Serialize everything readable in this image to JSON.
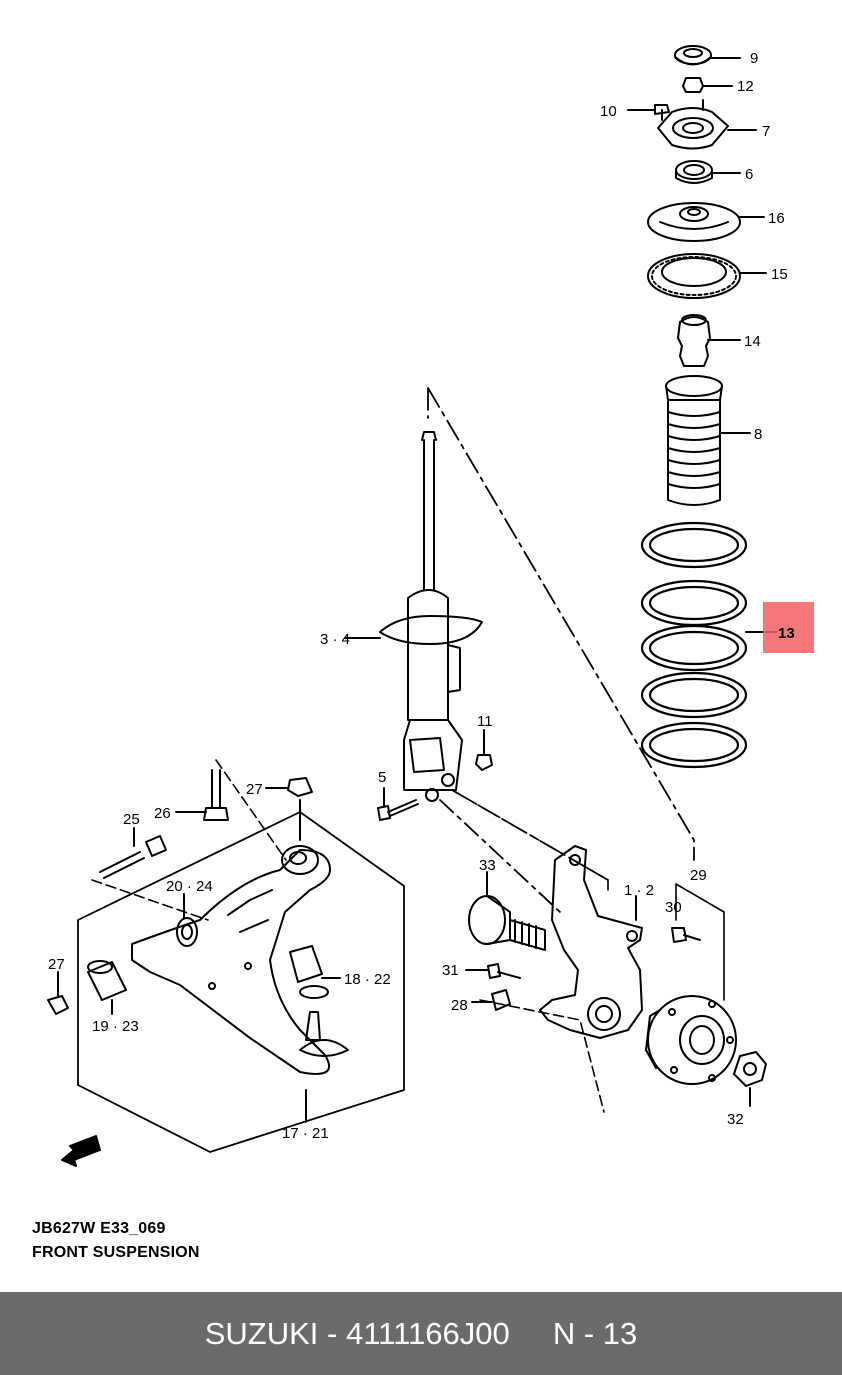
{
  "diagram": {
    "code": "JB627W E33_069",
    "title": "FRONT SUSPENSION",
    "highlight": {
      "label": "13",
      "color": "#f26060"
    },
    "labels": [
      {
        "id": "9",
        "text": "9"
      },
      {
        "id": "12",
        "text": "12"
      },
      {
        "id": "10",
        "text": "10"
      },
      {
        "id": "7",
        "text": "7"
      },
      {
        "id": "6",
        "text": "6"
      },
      {
        "id": "16",
        "text": "16"
      },
      {
        "id": "15",
        "text": "15"
      },
      {
        "id": "14",
        "text": "14"
      },
      {
        "id": "8",
        "text": "8"
      },
      {
        "id": "3-4",
        "text": "3 · 4"
      },
      {
        "id": "11",
        "text": "11"
      },
      {
        "id": "5",
        "text": "5"
      },
      {
        "id": "27a",
        "text": "27"
      },
      {
        "id": "26",
        "text": "26"
      },
      {
        "id": "25",
        "text": "25"
      },
      {
        "id": "20-24",
        "text": "20 · 24"
      },
      {
        "id": "27b",
        "text": "27"
      },
      {
        "id": "19-23",
        "text": "19 · 23"
      },
      {
        "id": "18-22",
        "text": "18 · 22"
      },
      {
        "id": "17-21",
        "text": "17 · 21"
      },
      {
        "id": "33",
        "text": "33"
      },
      {
        "id": "1-2",
        "text": "1 · 2"
      },
      {
        "id": "29",
        "text": "29"
      },
      {
        "id": "30",
        "text": "30"
      },
      {
        "id": "31",
        "text": "31"
      },
      {
        "id": "28",
        "text": "28"
      },
      {
        "id": "32",
        "text": "32"
      }
    ]
  },
  "footer": {
    "brand": "SUZUKI",
    "separator": "-",
    "part_number": "4111166J00",
    "position": "N - 13"
  }
}
